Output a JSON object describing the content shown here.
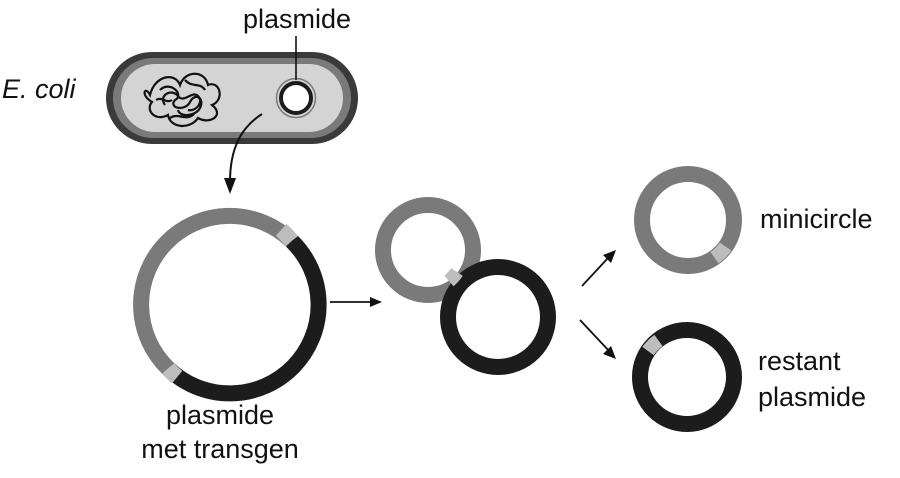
{
  "labels": {
    "plasmid_top": "plasmide",
    "ecoli": "E. coli",
    "plasmid_transgene_line1": "plasmide",
    "plasmid_transgene_line2": "met transgen",
    "minicircle": "minicircle",
    "rest_line1": "restant",
    "rest_line2": "plasmide"
  },
  "colors": {
    "grey_segment": "#7a7a7a",
    "black_segment": "#1c1c1c",
    "light_junction": "#bdbdbd",
    "cell_outer": "#3a3a3a",
    "cell_middle": "#7a7a7a",
    "cell_inner": "#d4d4d4",
    "arrow": "#111111"
  }
}
